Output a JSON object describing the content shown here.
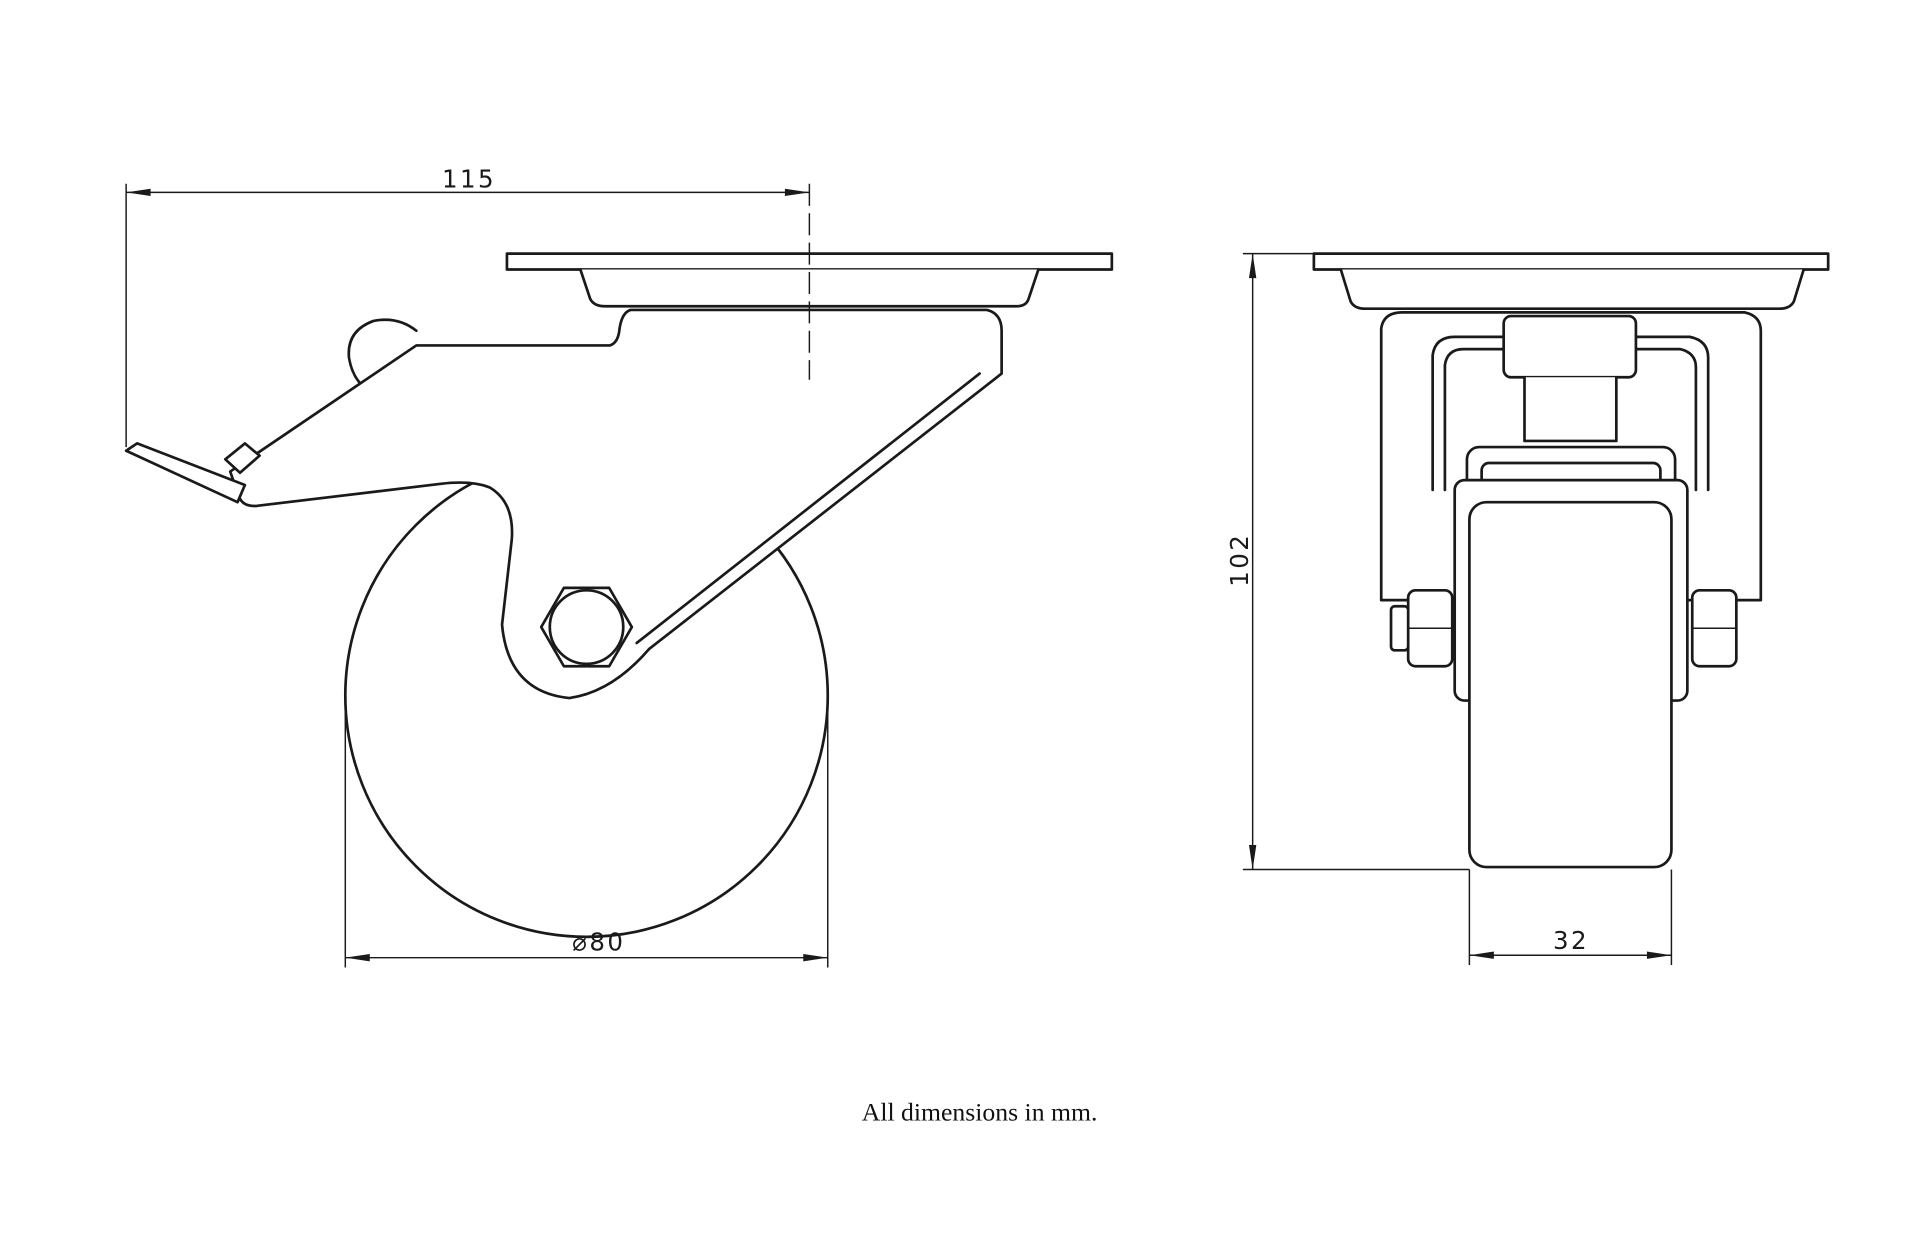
{
  "dimensions": {
    "overall_length": "115",
    "wheel_diameter": "⌀80",
    "overall_height": "102",
    "wheel_width": "32"
  },
  "caption": "All dimensions in mm.",
  "colors": {
    "line": "#1a1a1a",
    "background": "#ffffff"
  }
}
